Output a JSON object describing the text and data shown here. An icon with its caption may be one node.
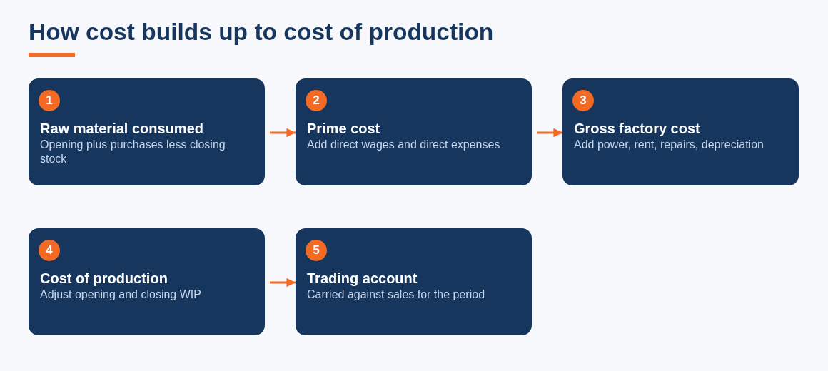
{
  "diagram": {
    "title": "How cost builds up to cost of production",
    "nodes": [
      {
        "text": [
          "1",
          "Raw material consumed",
          "Opening plus purchases less closing stock"
        ]
      },
      {
        "text": [
          "2",
          "Prime cost",
          "Add direct wages and direct expenses"
        ]
      },
      {
        "text": [
          "3",
          "Gross factory cost",
          "Add power, rent, repairs, depreciation"
        ]
      },
      {
        "text": [
          "4",
          "Cost of production",
          "Adjust opening and closing WIP"
        ]
      },
      {
        "text": [
          "5",
          "Trading account",
          "Carried against sales for the period"
        ]
      }
    ],
    "edges": [
      {
        "from": 0,
        "to": 1,
        "arrow": "to"
      },
      {
        "from": 1,
        "to": 2,
        "arrow": "to"
      },
      {
        "from": 3,
        "to": 4,
        "arrow": "to"
      }
    ]
  }
}
